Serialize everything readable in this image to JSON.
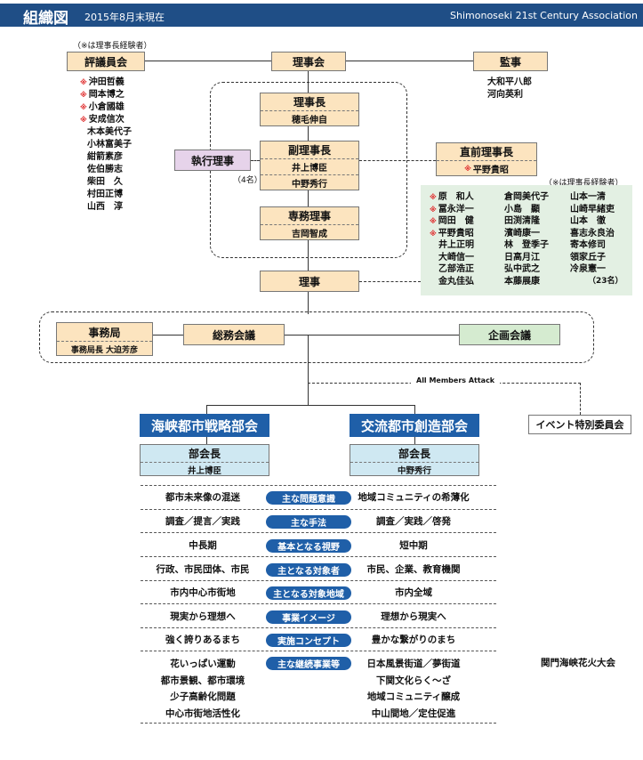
{
  "header": {
    "title": "組織図",
    "as_of": "2015年8月末現在",
    "org": "Shimonoseki 21st Century Association"
  },
  "note_hyogi": "（※は理事長経験者）",
  "note_kanji": "（※は理事長経験者）",
  "boxes": {
    "hyogiinkai": "評議員会",
    "rijikai": "理事会",
    "kanji": "監事",
    "rijicho": "理事長",
    "fukurijicho": "副理事長",
    "senmu": "専務理事",
    "shikko": "執行理事",
    "shikko_count": "（4名）",
    "zenrijicho": "直前理事長",
    "riji": "理事",
    "jimukyoku": "事務局",
    "somu": "総務会議",
    "kikaku": "企画会議",
    "event": "イベント特別委員会",
    "bukaicho": "部会長"
  },
  "people": {
    "rijicho": "穂毛伸自",
    "fuku1": "井上博臣",
    "fuku2": "中野秀行",
    "senmu": "吉岡智成",
    "zen": "平野貴昭",
    "jimukyokucho": "事務局長 大迫芳彦",
    "bukai1": "井上博臣",
    "bukai2": "中野秀行"
  },
  "hyogi_members": [
    {
      "name": "沖田哲義",
      "star": true
    },
    {
      "name": "岡本博之",
      "star": true
    },
    {
      "name": "小倉國雄",
      "star": true
    },
    {
      "name": "安成信次",
      "star": true
    },
    {
      "name": "木本美代子",
      "star": false
    },
    {
      "name": "小林富美子",
      "star": false
    },
    {
      "name": "紺箭素彦",
      "star": false
    },
    {
      "name": "佐伯勝志",
      "star": false
    },
    {
      "name": "柴田　久",
      "star": false
    },
    {
      "name": "村田正博",
      "star": false
    },
    {
      "name": "山西　淳",
      "star": false
    }
  ],
  "kanji_members": [
    "大和平八郎",
    "河向英利"
  ],
  "riji_col1": [
    {
      "name": "原　和人",
      "star": true
    },
    {
      "name": "冨永洋一",
      "star": true
    },
    {
      "name": "岡田　健",
      "star": true
    },
    {
      "name": "平野貴昭",
      "star": true
    },
    {
      "name": "井上正明",
      "star": false
    },
    {
      "name": "大崎信一",
      "star": false
    },
    {
      "name": "乙部浩正",
      "star": false
    },
    {
      "name": "金丸佳弘",
      "star": false
    }
  ],
  "riji_col2": [
    "倉岡美代子",
    "小島　顯",
    "田渕清隆",
    "濱崎康一",
    "林　登季子",
    "日高月江",
    "弘中武之",
    "本藤展康"
  ],
  "riji_col3": [
    "山本一清",
    "山崎早緒吏",
    "山本　徹",
    "喜志永良治",
    "寄本修司",
    "領家丘子",
    "冷泉憲一",
    "（23名）"
  ],
  "all_members": "All Members Attack",
  "bukai_heads": [
    "海峡都市戦略部会",
    "交流都市創造部会"
  ],
  "comparison": [
    {
      "left": "都市未来像の混迷",
      "mid": "主な問題意識",
      "right": "地域コミュニティの希薄化"
    },
    {
      "left": "調査／提言／実践",
      "mid": "主な手法",
      "right": "調査／実践／啓発"
    },
    {
      "left": "中長期",
      "mid": "基本となる視野",
      "right": "短中期"
    },
    {
      "left": "行政、市民団体、市民",
      "mid": "主となる対象者",
      "right": "市民、企業、教育機関"
    },
    {
      "left": "市内中心市街地",
      "mid": "主となる対象地域",
      "right": "市内全域"
    },
    {
      "left": "現実から理想へ",
      "mid": "事業イメージ",
      "right": "理想から現実へ"
    },
    {
      "left": "強く誇りあるまち",
      "mid": "実施コンセプト",
      "right": "豊かな繋がりのまち"
    }
  ],
  "main_projects": {
    "label": "主な継続事業等",
    "left": [
      "花いっぱい運動",
      "都市景観、都市環境",
      "少子高齢化問題",
      "中心市街地活性化"
    ],
    "right": [
      "日本風景街道／夢街道",
      "下関文化らく〜ざ",
      "地域コミュニティ醸成",
      "中山間地／定住促進"
    ],
    "extra": "関門海峡花火大会"
  }
}
